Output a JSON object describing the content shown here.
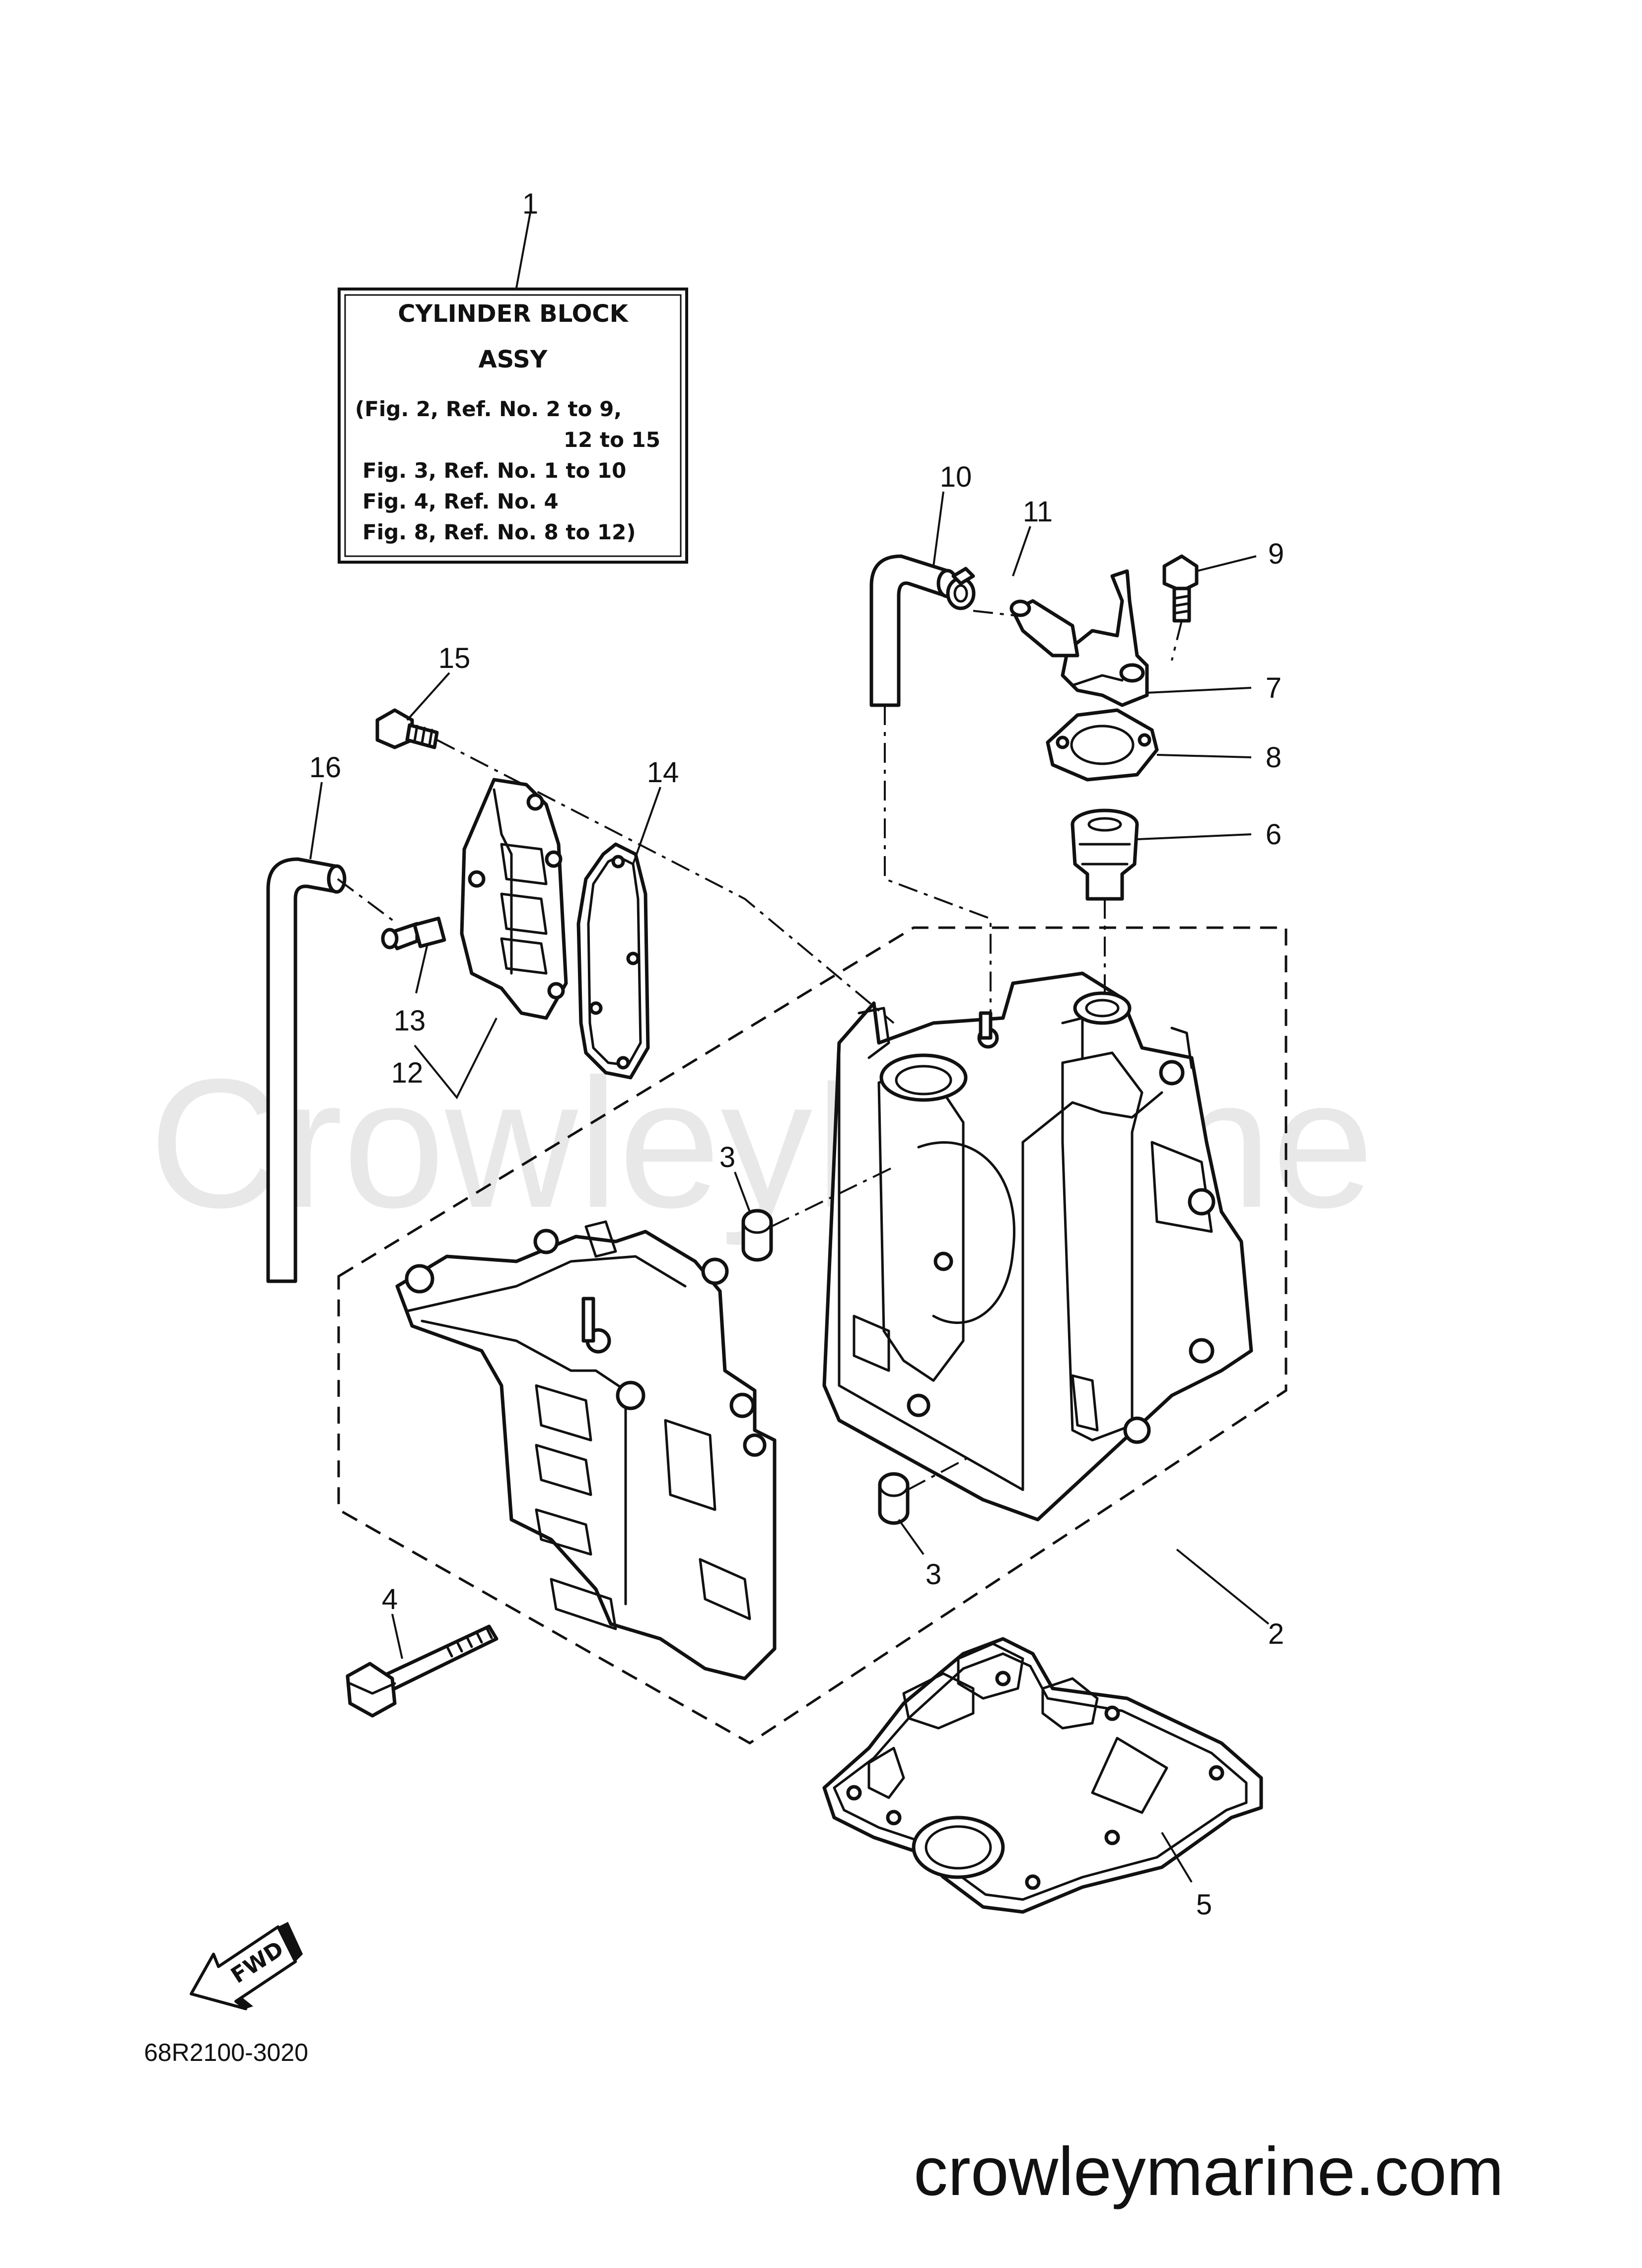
{
  "label_box": {
    "line1": "CYLINDER BLOCK",
    "line2": "ASSY",
    "line3": "(Fig. 2, Ref. No. 2 to 9,",
    "line4": "12 to 15",
    "line5": "Fig. 3, Ref. No. 1 to 10",
    "line6": "Fig. 4, Ref. No. 4",
    "line7": "Fig. 8, Ref. No. 8 to 12)"
  },
  "callouts": {
    "c1": "1",
    "c2": "2",
    "c3a": "3",
    "c3b": "3",
    "c4": "4",
    "c5": "5",
    "c6": "6",
    "c7": "7",
    "c8": "8",
    "c9": "9",
    "c10": "10",
    "c11": "11",
    "c12": "12",
    "c13": "13",
    "c14": "14",
    "c15": "15",
    "c16": "16"
  },
  "fwd_label": "FWD",
  "diagram_code": "68R2100-3020",
  "watermark": "CrowleyMarine",
  "footer": "crowleymarine.com"
}
